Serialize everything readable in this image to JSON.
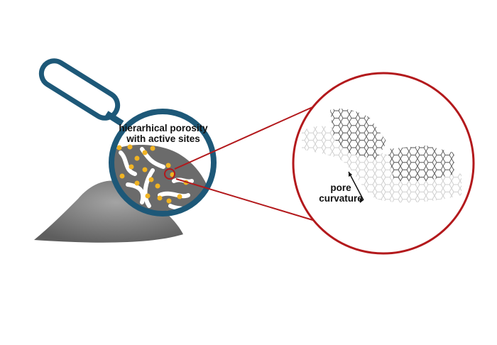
{
  "labels": {
    "porosity_line1": "hierarhical porosity",
    "porosity_line2": "with active sites",
    "curvature_line1": "pore",
    "curvature_line2": "curvature"
  },
  "colors": {
    "magnifier": "#1d5878",
    "zoom_circle": "#b3191c",
    "active_site": "#f0b323",
    "pore_matrix": "#6b6b6b",
    "powder": "#8a8a8a"
  }
}
